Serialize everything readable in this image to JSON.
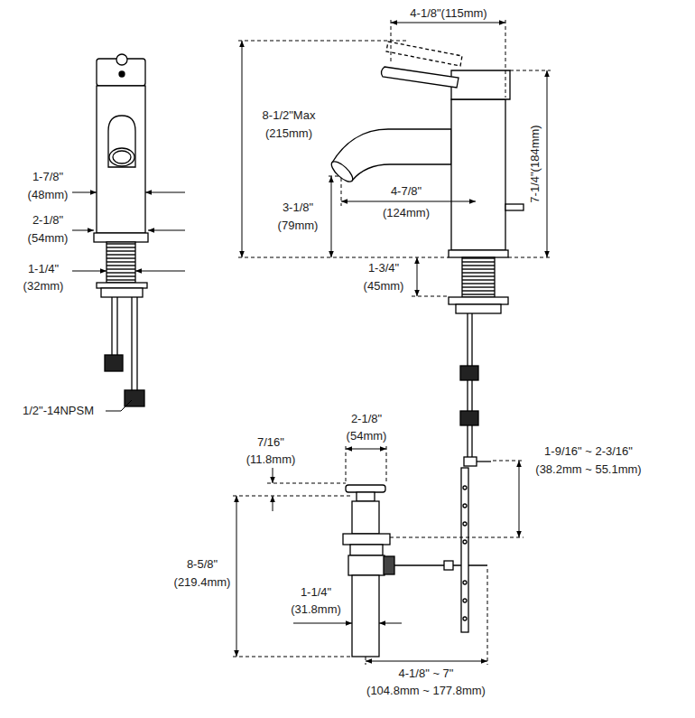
{
  "diagram": {
    "labels": [
      "1-7/8\"",
      "(48mm)",
      "2-1/8\"",
      "(54mm)",
      "1-1/4\"",
      "(32mm)",
      "1/2\"-14NPSM",
      "4-1/8\"(115mm)",
      "8-1/2\"Max",
      "(215mm)",
      "7-1/4\"(184mm)",
      "3-1/8\"",
      "(79mm)",
      "4-7/8\"",
      "(124mm)",
      "1-3/4\"",
      "(45mm)",
      "7/16\"",
      "(11.8mm)",
      "2-1/8\"",
      "(54mm)",
      "1-9/16\" ~ 2-3/16\"",
      "(38.2mm ~ 55.1mm)",
      "8-5/8\"",
      "(219.4mm)",
      "1-1/4\"",
      "(31.8mm)",
      "4-1/8\" ~ 7\"",
      "(104.8mm ~ 177.8mm)"
    ]
  }
}
